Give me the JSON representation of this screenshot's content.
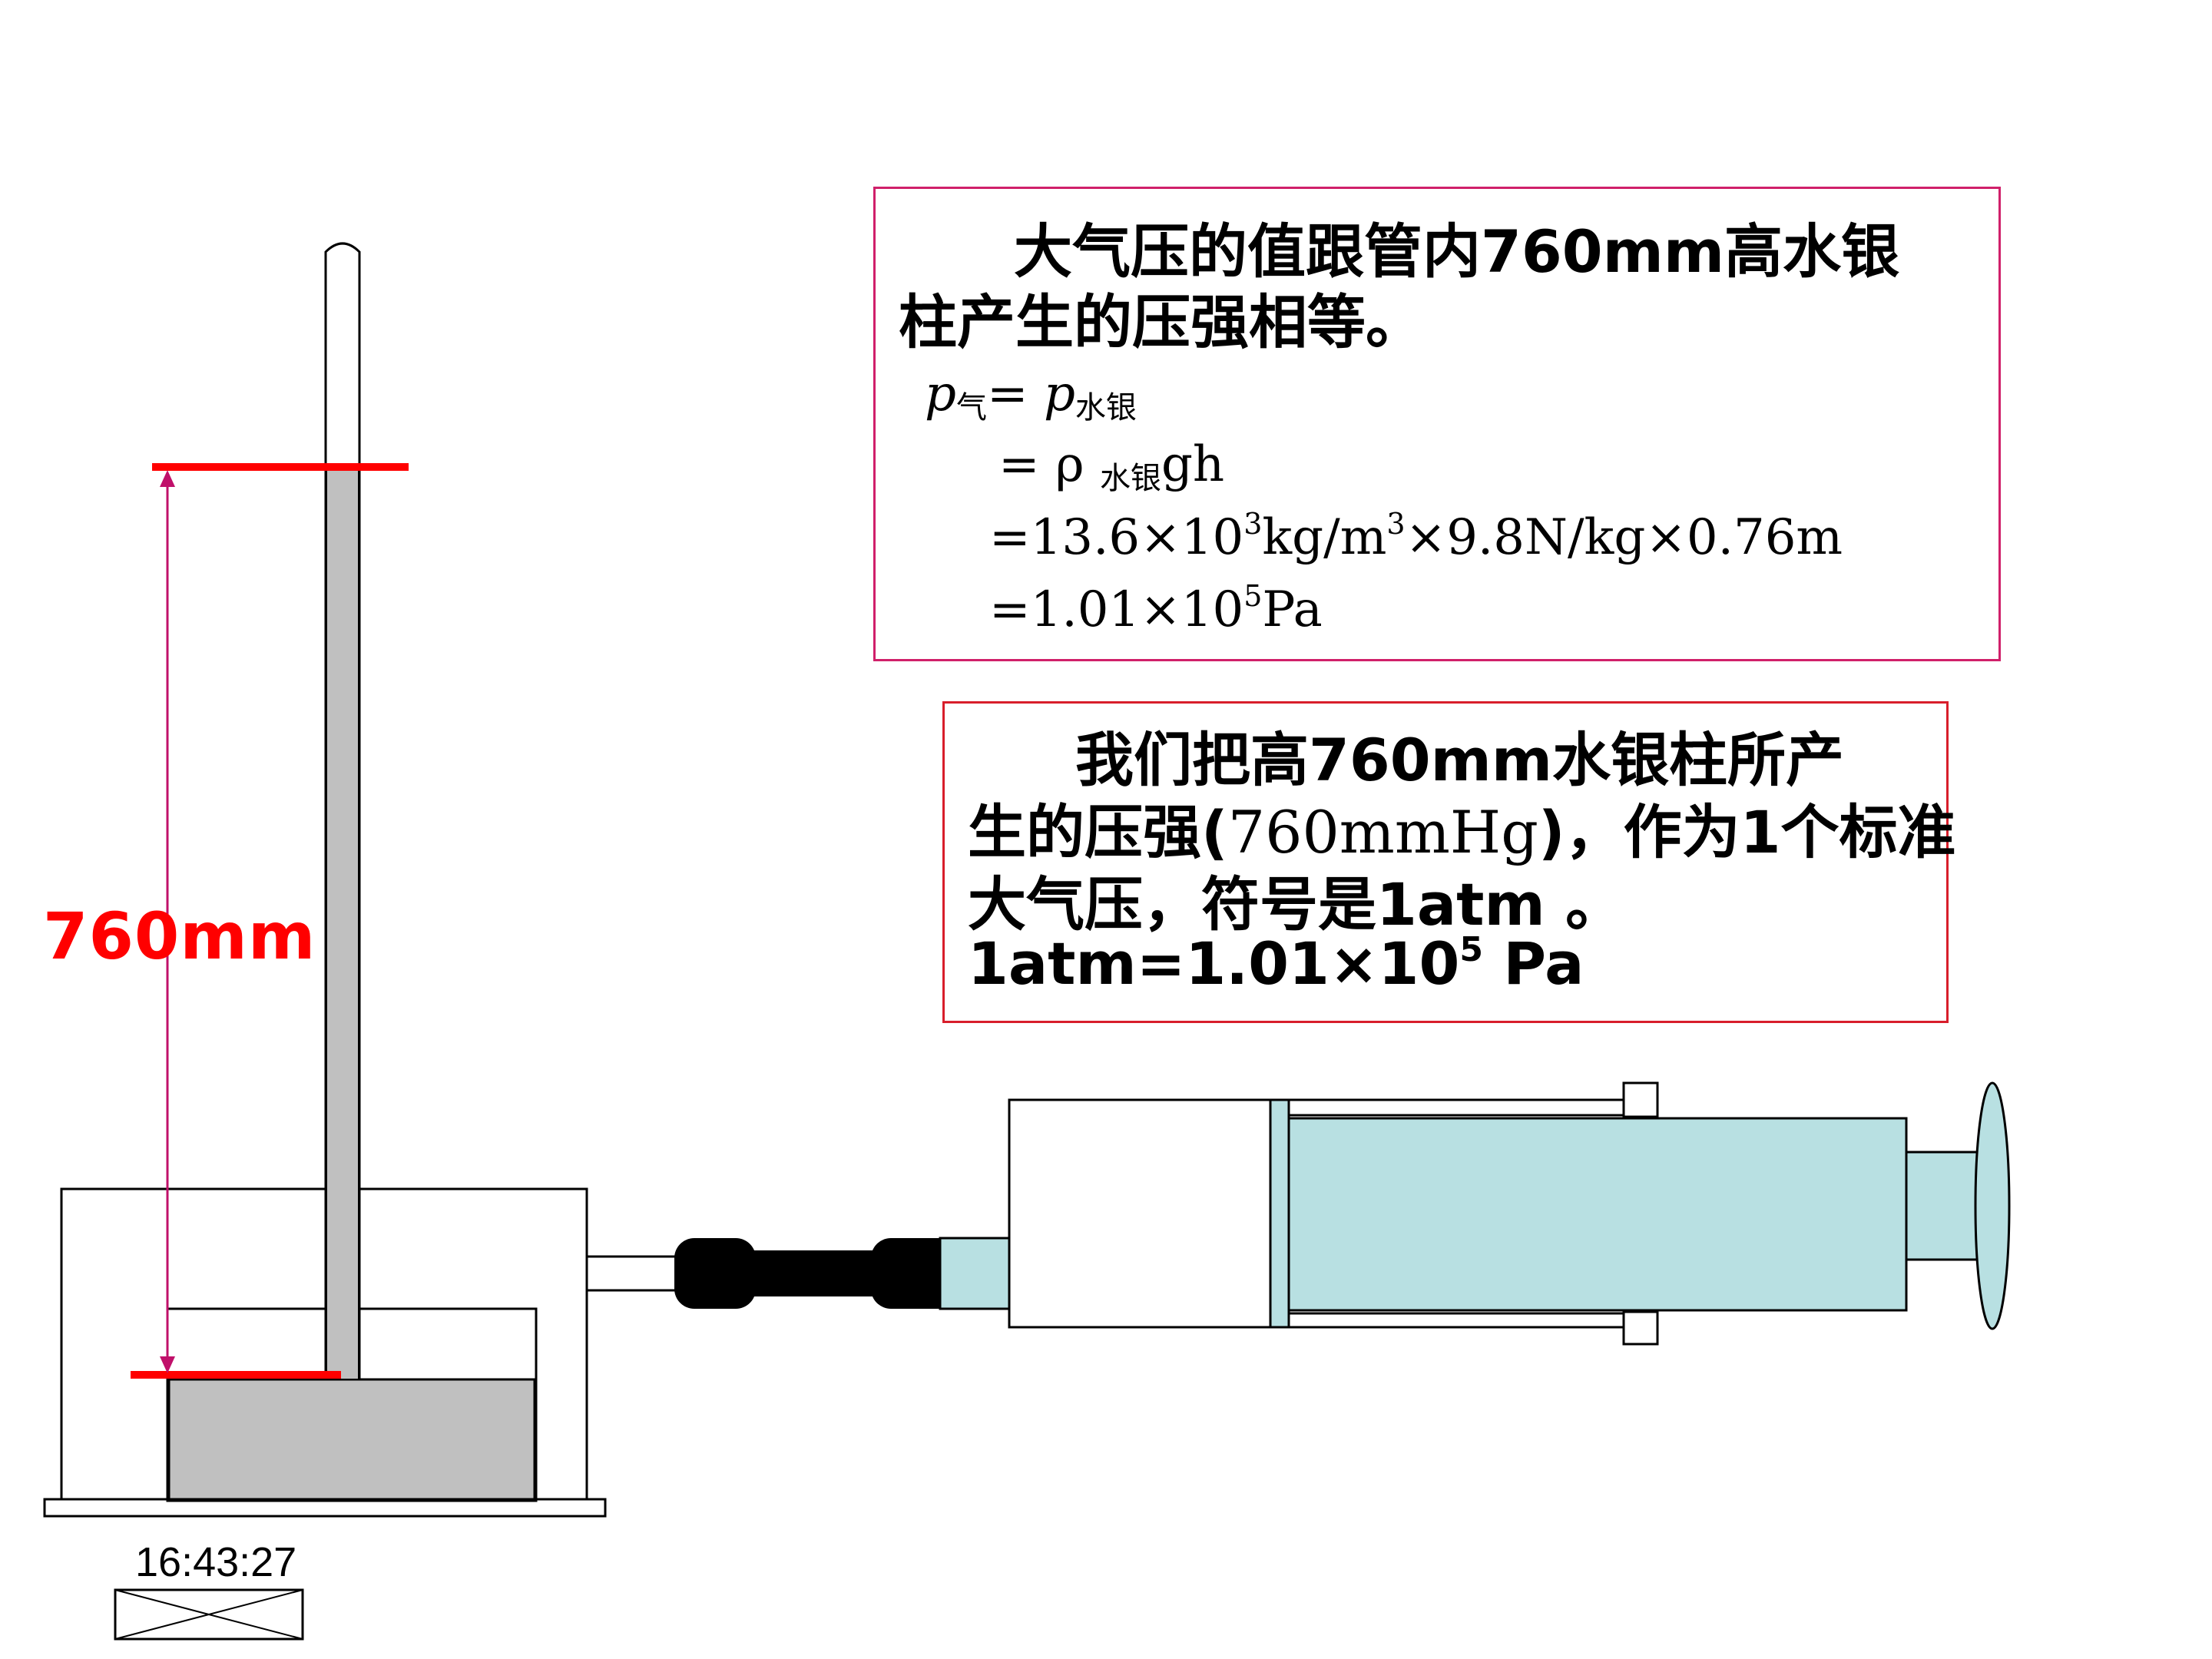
{
  "box1": {
    "line1": "大气压的值跟管内760mm高水银",
    "line2": "柱产生的压强相等。",
    "f1_p": "p",
    "f1_sub1": "气",
    "f1_eq": "= ",
    "f1_p2": "p",
    "f1_sub2": "水银",
    "f2_pre": "= ρ ",
    "f2_sub": "水银",
    "f2_post": "gh",
    "f3_a": "=13.6×10",
    "f3_sup1": "3",
    "f3_b": "kg/m",
    "f3_sup2": "3",
    "f3_c": "×9.8N/kg×0.76m",
    "f4_a": "=1.01×10",
    "f4_sup": "5",
    "f4_b": "Pa"
  },
  "box2": {
    "line1": "我们把高760mm水银柱所产",
    "line2a": "生的压强(",
    "line2b": "760mmHg",
    "line2c": ")，作为1个标准",
    "line3": "大气压，符号是1atm 。",
    "line4a": "1atm=1.01×10",
    "line4sup": "5",
    "line4b": " Pa"
  },
  "height_label": "760mm",
  "timestamp": "16:43:27",
  "colors": {
    "mercury": "#c0c0c0",
    "syringe_fill": "#b8e0e2",
    "marker_red": "#ff0000",
    "arrow": "#c0106a",
    "box1_border": "#d0206a",
    "box2_border": "#d81e2b"
  }
}
